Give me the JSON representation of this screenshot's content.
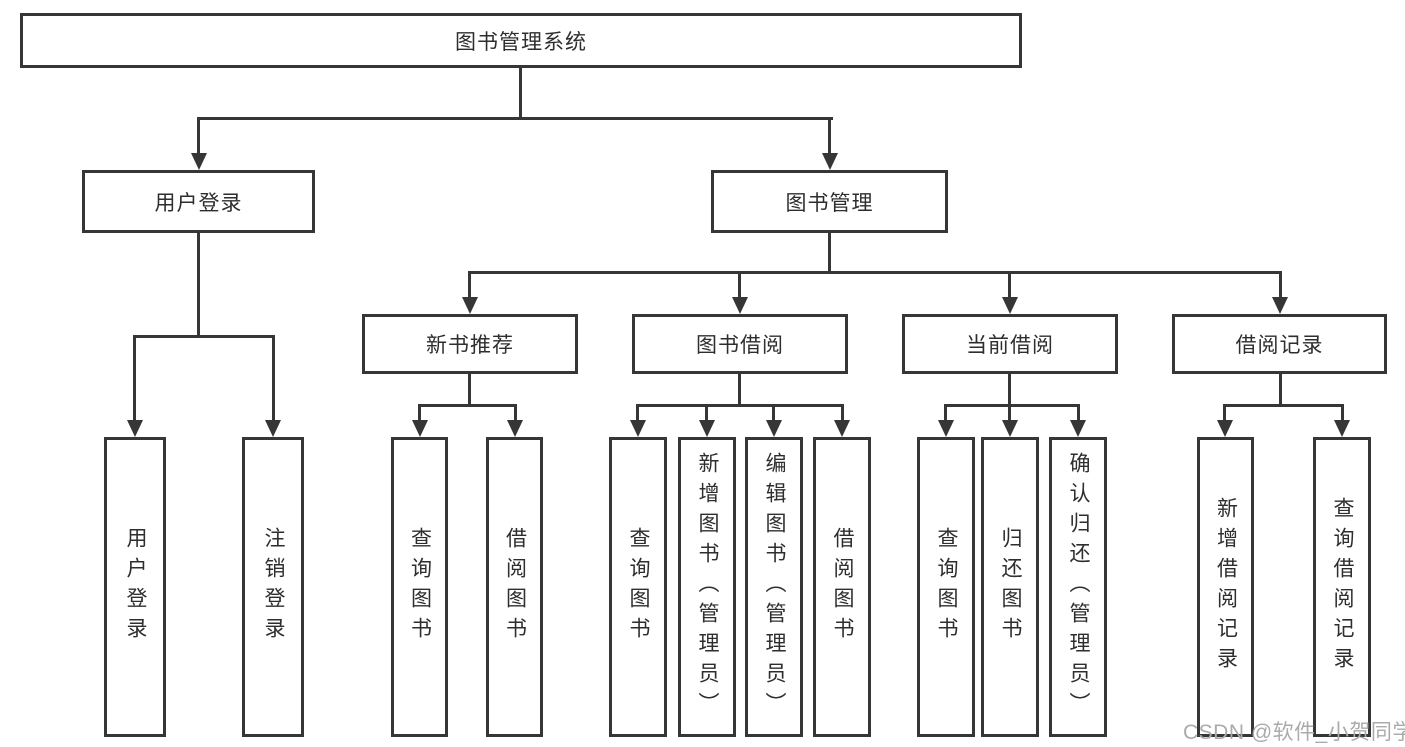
{
  "tree": {
    "root": {
      "label": "图书管理系统",
      "children": [
        {
          "label": "用户登录",
          "children": [
            {
              "label": "用户登录"
            },
            {
              "label": "注销登录"
            }
          ]
        },
        {
          "label": "图书管理",
          "children": [
            {
              "label": "新书推荐",
              "children": [
                {
                  "label": "查询图书"
                },
                {
                  "label": "借阅图书"
                }
              ]
            },
            {
              "label": "图书借阅",
              "children": [
                {
                  "label": "查询图书"
                },
                {
                  "label": "新增图书（管理员）"
                },
                {
                  "label": "编辑图书（管理员）"
                },
                {
                  "label": "借阅图书"
                }
              ]
            },
            {
              "label": "当前借阅",
              "children": [
                {
                  "label": "查询图书"
                },
                {
                  "label": "归还图书"
                },
                {
                  "label": "确认归还（管理员）"
                }
              ]
            },
            {
              "label": "借阅记录",
              "children": [
                {
                  "label": "新增借阅记录"
                },
                {
                  "label": "查询借阅记录"
                }
              ]
            }
          ]
        }
      ]
    }
  },
  "watermark": {
    "text": "CSDN @软件_小贺同学",
    "color": "#ababab"
  },
  "colors": {
    "line": "#363636",
    "box_border": "#363636",
    "text": "#2e2e2e",
    "background": "#ffffff"
  }
}
